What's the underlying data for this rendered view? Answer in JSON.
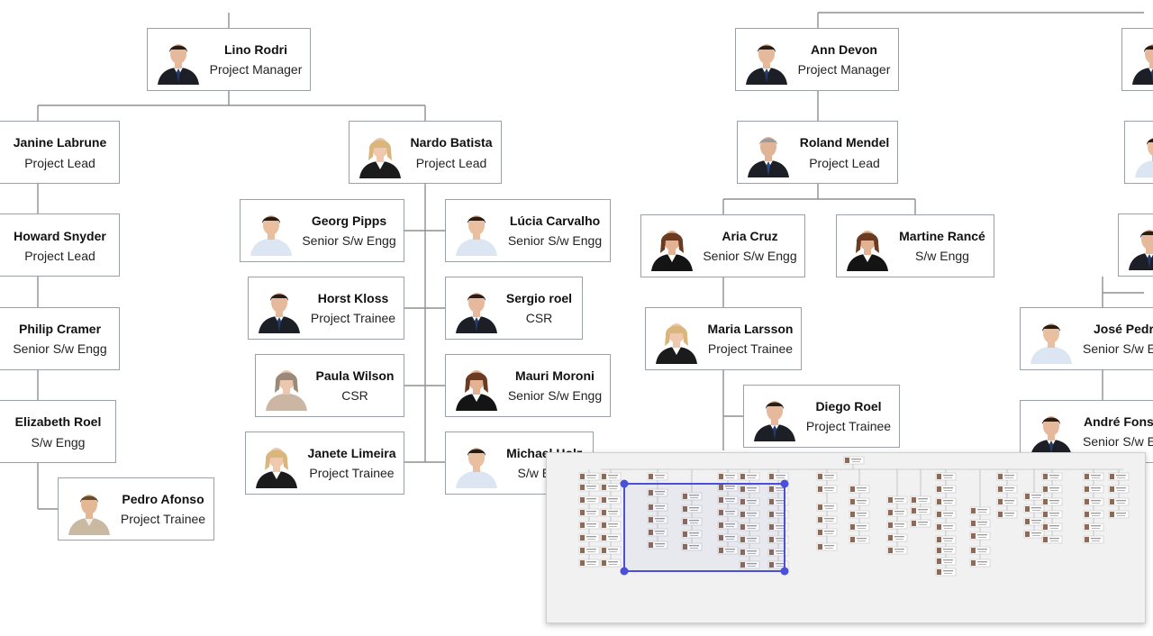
{
  "palette": {
    "connector": "#8f8f8f",
    "node_border": "#9aa0a6",
    "overview_bg": "#f1f1f1",
    "viewport_handle": "#4b4fd9"
  },
  "nodes": {
    "lino": {
      "name": "Lino Rodri",
      "title": "Project Manager",
      "avatar": "man-suit-icon"
    },
    "janine": {
      "name": "Janine Labrune",
      "title": "Project Lead"
    },
    "howard": {
      "name": "Howard Snyder",
      "title": "Project Lead"
    },
    "philip": {
      "name": "Philip Cramer",
      "title": "Senior S/w Engg"
    },
    "elizabeth": {
      "name": "Elizabeth Roel",
      "title": "S/w Engg"
    },
    "pedro": {
      "name": "Pedro Afonso",
      "title": "Project Trainee",
      "avatar": "man-casual-icon"
    },
    "nardo": {
      "name": "Nardo Batista",
      "title": "Project Lead",
      "avatar": "woman-blonde-icon"
    },
    "georg": {
      "name": "Georg Pipps",
      "title": "Senior S/w Engg",
      "avatar": "man-shirt-icon"
    },
    "horst": {
      "name": "Horst Kloss",
      "title": "Project Trainee",
      "avatar": "man-suit-icon"
    },
    "paula": {
      "name": "Paula Wilson",
      "title": "CSR",
      "avatar": "woman-grey-icon"
    },
    "janete": {
      "name": "Janete Limeira",
      "title": "Project Trainee",
      "avatar": "woman-blonde-icon"
    },
    "lucia": {
      "name": "Lúcia Carvalho",
      "title": "Senior S/w Engg",
      "avatar": "man-shirt-icon"
    },
    "sergio": {
      "name": "Sergio roel",
      "title": "CSR",
      "avatar": "man-suit-icon"
    },
    "mauri": {
      "name": "Mauri Moroni",
      "title": "Senior S/w Engg",
      "avatar": "woman-dark-icon"
    },
    "michael": {
      "name": "Michael Holz",
      "title": "S/w Engg",
      "avatar": "man-shirt-icon"
    },
    "ann": {
      "name": "Ann Devon",
      "title": "Project Manager",
      "avatar": "man-suit-icon"
    },
    "roland": {
      "name": "Roland Mendel",
      "title": "Project Lead",
      "avatar": "man-grey-icon"
    },
    "aria": {
      "name": "Aria Cruz",
      "title": "Senior S/w Engg",
      "avatar": "woman-dark-icon"
    },
    "martine": {
      "name": "Martine Rancé",
      "title": "S/w Engg",
      "avatar": "woman-dark-icon"
    },
    "maria": {
      "name": "Maria Larsson",
      "title": "Project Trainee",
      "avatar": "woman-blonde-icon"
    },
    "diego": {
      "name": "Diego Roel",
      "title": "Project Trainee",
      "avatar": "man-suit-icon"
    },
    "jose": {
      "name": "José Pedro Freyre",
      "title": "Senior S/w Engg",
      "avatar": "man-shirt-icon"
    },
    "andre": {
      "name": "André Fonseca",
      "title": "Senior S/w Engg",
      "avatar": "man-suit-icon"
    }
  },
  "overview": {
    "label": "diagram overview"
  }
}
